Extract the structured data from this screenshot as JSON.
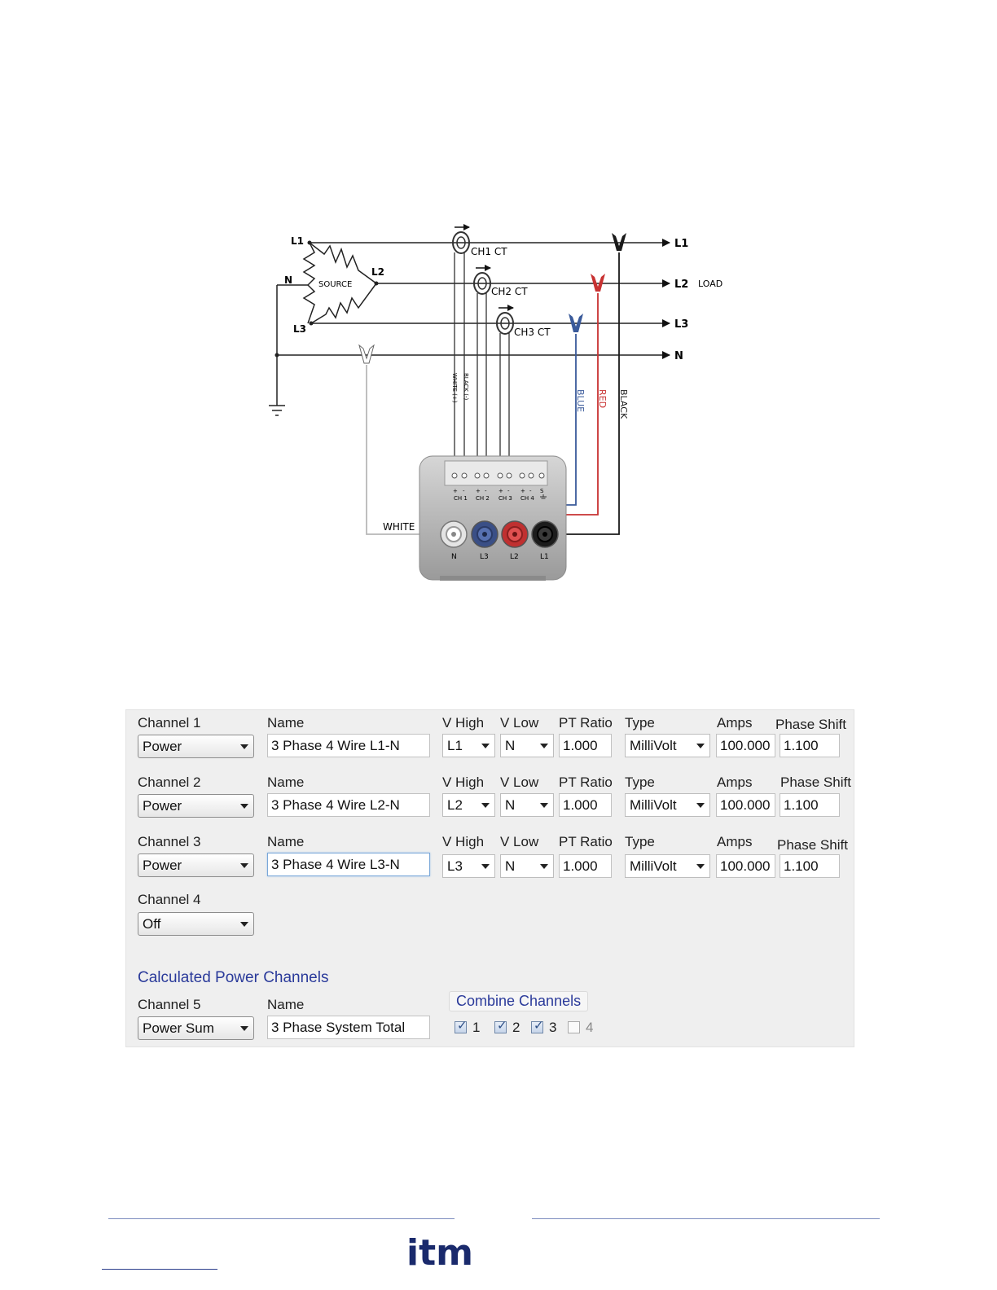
{
  "diagram": {
    "source_lines": [
      "L1",
      "L2",
      "L3",
      "N"
    ],
    "source_label": "SOURCE",
    "ct_labels": [
      "CH1 CT",
      "CH2 CT",
      "CH3 CT"
    ],
    "load_lines": [
      "L1",
      "L2",
      "L3",
      "N"
    ],
    "load_label": "LOAD",
    "ct_lead_labels": [
      "WHITE (+)",
      "BLACK (-)"
    ],
    "lead_colors": [
      "BLUE",
      "RED",
      "BLACK"
    ],
    "white_lead": "WHITE",
    "terminal_channels": [
      "CH 1",
      "CH 2",
      "CH 3",
      "CH 4"
    ],
    "terminal_signs": [
      "+",
      "-"
    ],
    "terminal_shield": "S",
    "jacks": [
      "N",
      "L3",
      "L2",
      "L1"
    ],
    "colors": {
      "blue": "#3a5a9a",
      "red": "#c83232",
      "black": "#1a1a1a",
      "white_lead": "#b8b8b8"
    }
  },
  "config": {
    "channels": [
      {
        "channel_label": "Channel 1",
        "mode": "Power",
        "name_label": "Name",
        "name": "3 Phase 4 Wire L1-N",
        "vhigh_label": "V High",
        "vhigh": "L1",
        "vlow_label": "V Low",
        "vlow": "N",
        "pt_label": "PT Ratio",
        "pt": "1.000",
        "type_label": "Type",
        "type": "MilliVolt",
        "amps_label": "Amps",
        "amps": "100.000",
        "phase_label": "Phase Shift",
        "phase": "1.100"
      },
      {
        "channel_label": "Channel 2",
        "mode": "Power",
        "name_label": "Name",
        "name": "3 Phase 4 Wire L2-N",
        "vhigh_label": "V High",
        "vhigh": "L2",
        "vlow_label": "V Low",
        "vlow": "N",
        "pt_label": "PT Ratio",
        "pt": "1.000",
        "type_label": "Type",
        "type": "MilliVolt",
        "amps_label": "Amps",
        "amps": "100.000",
        "phase_label": "Phase Shift",
        "phase": "1.100"
      },
      {
        "channel_label": "Channel 3",
        "mode": "Power",
        "name_label": "Name",
        "name": "3 Phase 4 Wire L3-N",
        "vhigh_label": "V High",
        "vhigh": "L3",
        "vlow_label": "V Low",
        "vlow": "N",
        "pt_label": "PT Ratio",
        "pt": "1.000",
        "type_label": "Type",
        "type": "MilliVolt",
        "amps_label": "Amps",
        "amps": "100.000",
        "phase_label": "Phase Shift",
        "phase": "1.100"
      }
    ],
    "channel4": {
      "channel_label": "Channel 4",
      "mode": "Off"
    },
    "calculated": {
      "section_title": "Calculated Power Channels",
      "channel_label": "Channel 5",
      "mode": "Power Sum",
      "name_label": "Name",
      "name": "3 Phase System Total",
      "combine_title": "Combine Channels",
      "combine": [
        {
          "label": "1",
          "checked": true
        },
        {
          "label": "2",
          "checked": true
        },
        {
          "label": "3",
          "checked": true
        },
        {
          "label": "4",
          "checked": false
        }
      ]
    }
  },
  "footer": {
    "logo_text": "itm",
    "logo_color": "#1a2a6c"
  }
}
